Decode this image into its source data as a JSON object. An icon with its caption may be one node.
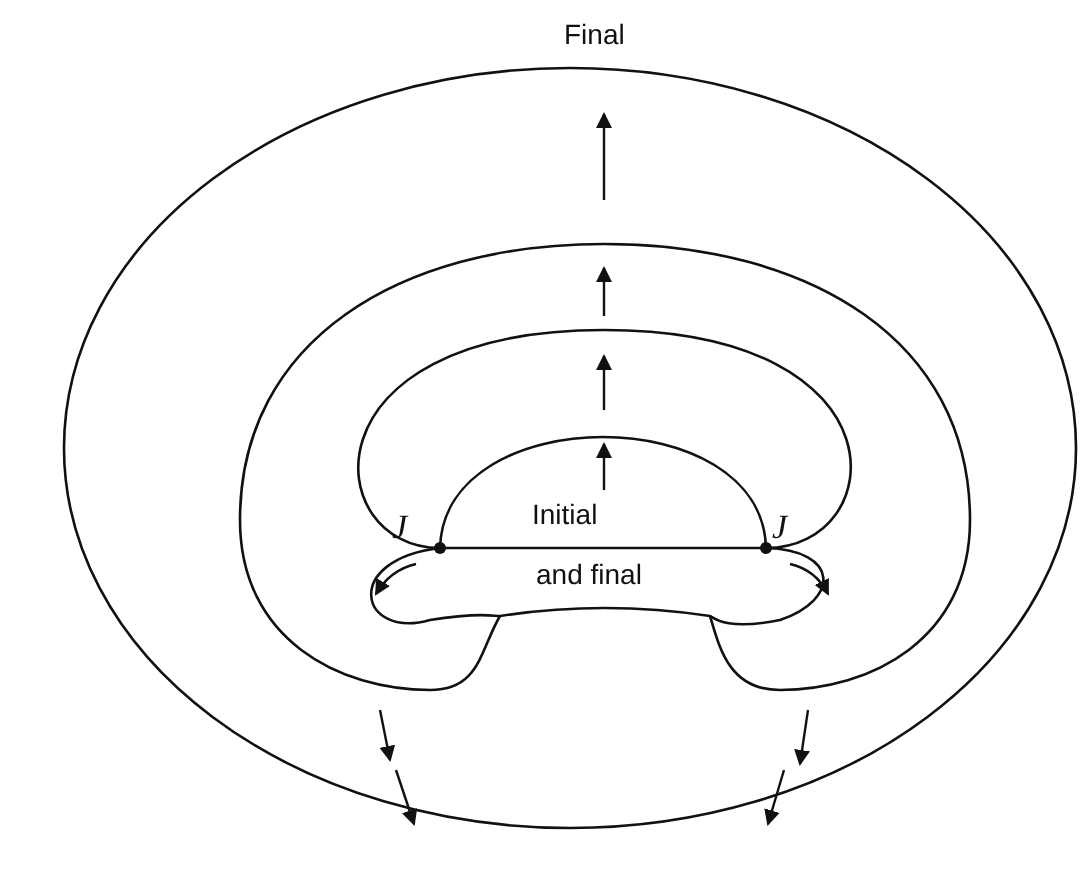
{
  "diagram": {
    "labels": [
      "Final",
      "J",
      "Initial",
      "J",
      "and final"
    ]
  }
}
